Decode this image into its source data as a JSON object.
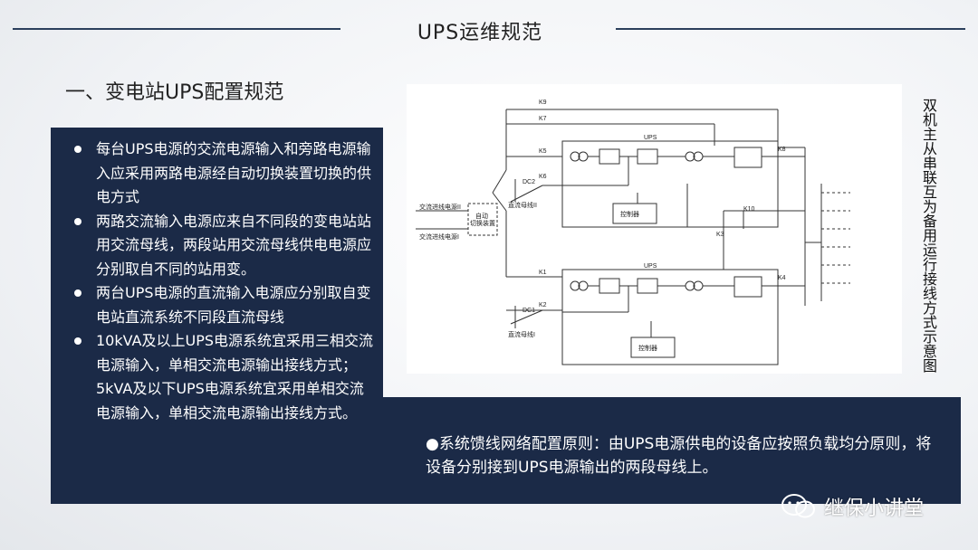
{
  "header": {
    "title": "UPS运维规范"
  },
  "section": {
    "title": "一、变电站UPS配置规范"
  },
  "bullets": [
    "每台UPS电源的交流电源输入和旁路电源输入应采用两路电源经自动切换装置切换的供电方式",
    "两路交流输入电源应来自不同段的变电站站用交流母线，两段站用交流母线供电电源应分别取自不同的站用变。",
    "两台UPS电源的直流输入电源应分别取自变电站直流系统不同段直流母线",
    "10kVA及以上UPS电源系统宜采用三相交流电源输入，单相交流电源输出接线方式；5kVA及以下UPS电源系统宜采用单相交流电源输入，单相交流电源输出接线方式。"
  ],
  "feeder_text": "●系统馈线网络配置原则：由UPS电源供电的设备应按照负载均分原则，将设备分别接到UPS电源输出的两段母线上。",
  "diagram": {
    "caption": "双机主从串联互为备用运行接线方式示意图",
    "labels": {
      "k9": "K9",
      "k7": "K7",
      "k5": "K5",
      "k6": "K6",
      "k8": "K8",
      "k10": "K10",
      "k3": "K3",
      "k1": "K1",
      "k2": "K2",
      "k4": "K4",
      "ups_top": "UPS",
      "ups_bottom": "UPS",
      "ctrl_top": "控制器",
      "ctrl_bottom": "控制器",
      "dc2": "DC2",
      "dc1": "DC1",
      "dc_bus2": "直流母线II",
      "dc_bus1": "直流母线I",
      "ac_in2": "交流进线电源II",
      "ac_in1": "交流进线电源I",
      "ats_line1": "自动",
      "ats_line2": "切换装置"
    }
  },
  "watermark": {
    "text": "继保小讲堂",
    "icon": "wechat-icon"
  }
}
